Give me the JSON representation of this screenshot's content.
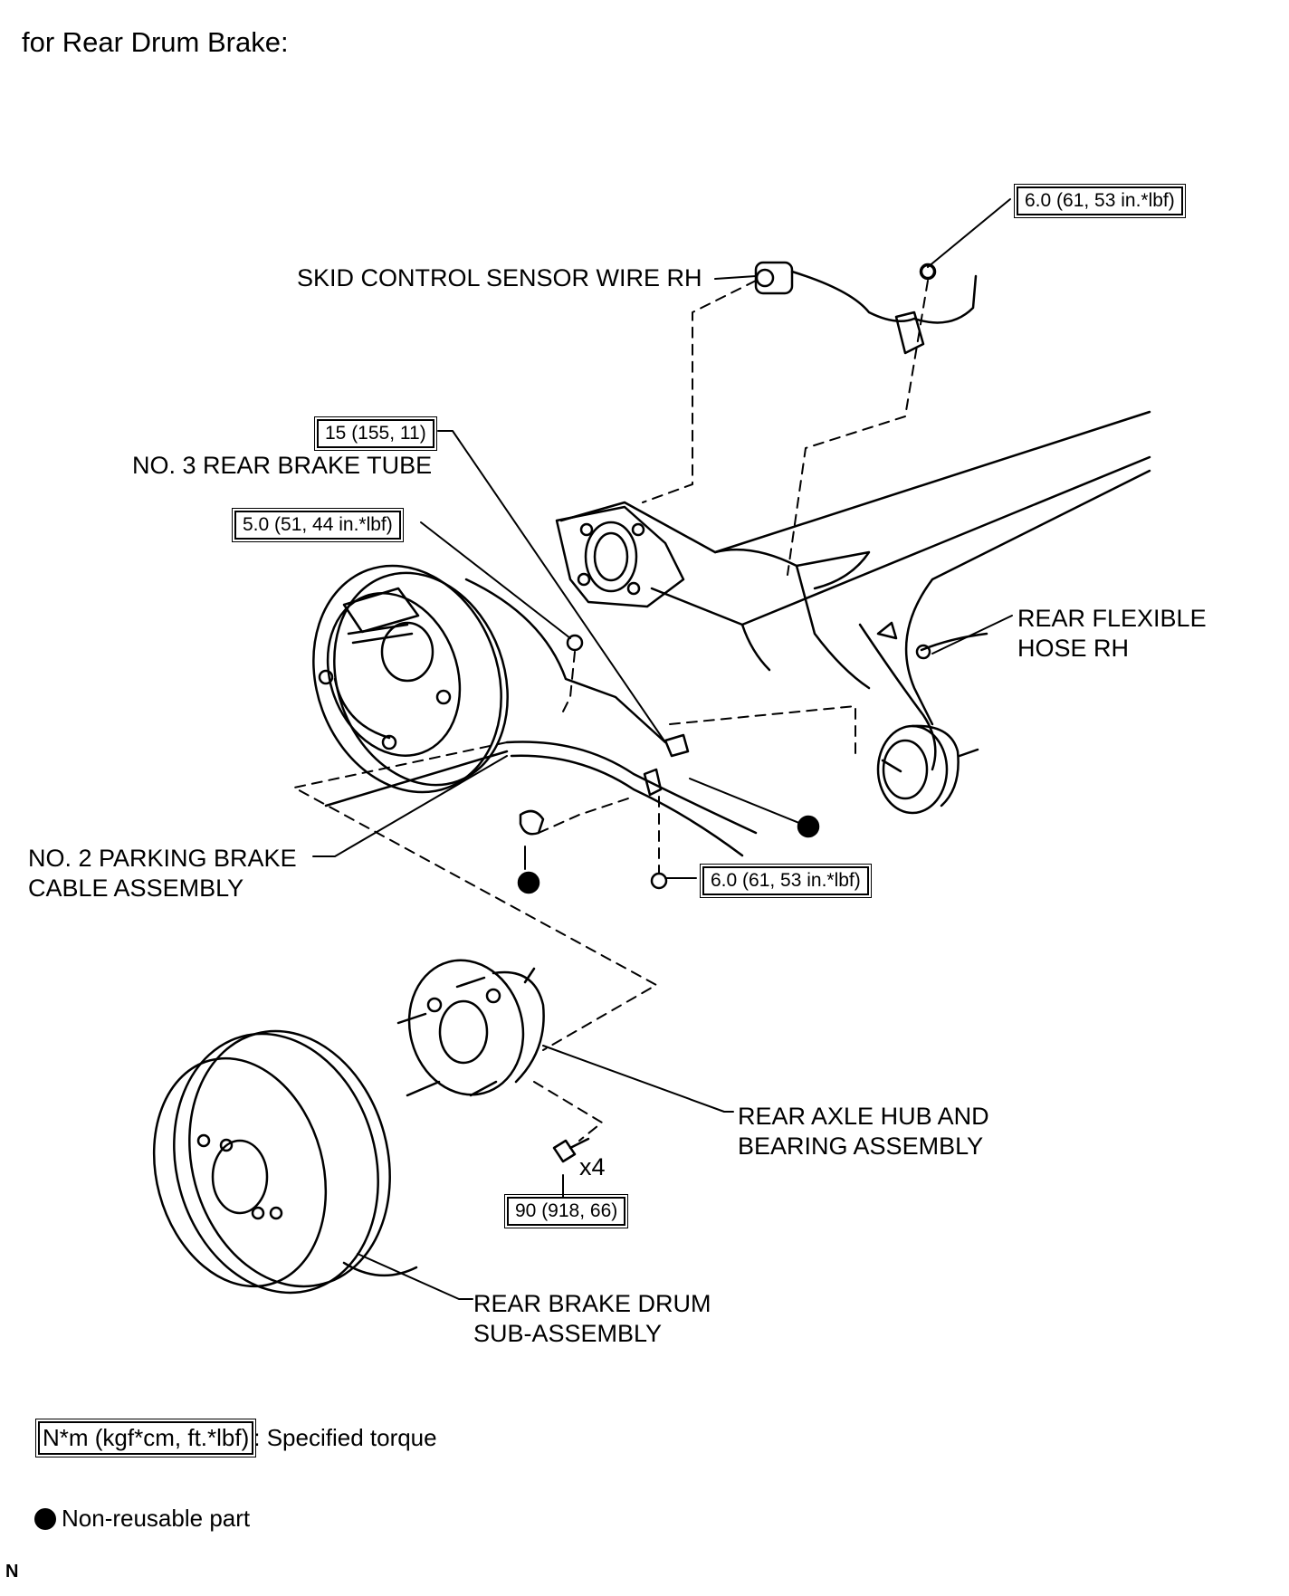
{
  "title": "for Rear Drum Brake:",
  "callouts": {
    "skid_sensor_wire": "SKID CONTROL SENSOR WIRE RH",
    "no3_brake_tube": "NO. 3 REAR BRAKE TUBE",
    "rear_flexible_hose_1": "REAR FLEXIBLE",
    "rear_flexible_hose_2": "HOSE RH",
    "parking_cable_1": "NO. 2 PARKING BRAKE",
    "parking_cable_2": "CABLE ASSEMBLY",
    "axle_hub_1": "REAR AXLE HUB AND",
    "axle_hub_2": "BEARING ASSEMBLY",
    "brake_drum_1": "REAR BRAKE DRUM",
    "brake_drum_2": "SUB-ASSEMBLY",
    "bolt_qty": "x4"
  },
  "torques": {
    "sensor_bolt": "6.0 (61, 53 in.*lbf)",
    "tube_nut": "15 (155, 11)",
    "clip_bolt": "5.0 (51, 44 in.*lbf)",
    "cable_bolt": "6.0 (61, 53 in.*lbf)",
    "hub_bolt": "90 (918, 66)"
  },
  "legend": {
    "torque_unit": "N*m (kgf*cm, ft.*lbf)",
    "torque_text": ": Specified torque",
    "nonreusable_text": "Non-reusable part"
  },
  "corner_mark": "N"
}
